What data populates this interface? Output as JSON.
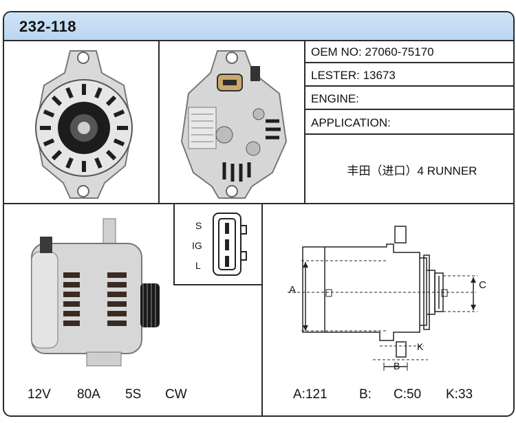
{
  "title": "232-118",
  "oem_no": {
    "label": "OEM NO:",
    "value": "27060-75170"
  },
  "lester": {
    "label": "LESTER:",
    "value": "13673"
  },
  "engine": {
    "label": "ENGINE:",
    "value": ""
  },
  "application": {
    "label": "APPLICATION:",
    "value": "丰田（进口）4 RUNNER"
  },
  "connector_pins": [
    "S",
    "IG",
    "L"
  ],
  "specs": {
    "voltage": "12V",
    "amperage": "80A",
    "groove": "5S",
    "rotation": "CW"
  },
  "dimension_labels": {
    "a": "A",
    "b": "B",
    "c": "C",
    "k": "K"
  },
  "dimensions": {
    "a": "A:121",
    "b": "B:",
    "c": "C:50",
    "k": "K:33"
  }
}
